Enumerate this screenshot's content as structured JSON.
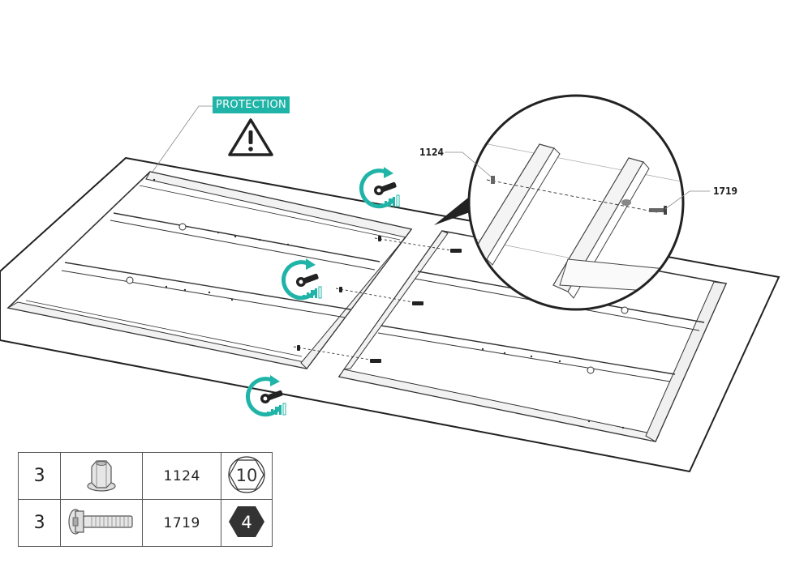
{
  "badge": {
    "label": "PROTECTION",
    "color": "#1fb4a7"
  },
  "warning_icon": "warning-triangle-icon",
  "torque_icon": "torque-wrench-icon",
  "accent_color": "#1fb4a7",
  "callouts": {
    "nut": "1124",
    "bolt": "1719"
  },
  "parts": [
    {
      "qty": "3",
      "icon": "flange-nut-icon",
      "part_no": "1124",
      "tool": "10",
      "tool_icon": "hex-wrench-size-icon"
    },
    {
      "qty": "3",
      "icon": "flange-bolt-icon",
      "part_no": "1719",
      "tool": "4",
      "tool_icon": "hex-key-size-icon"
    }
  ]
}
